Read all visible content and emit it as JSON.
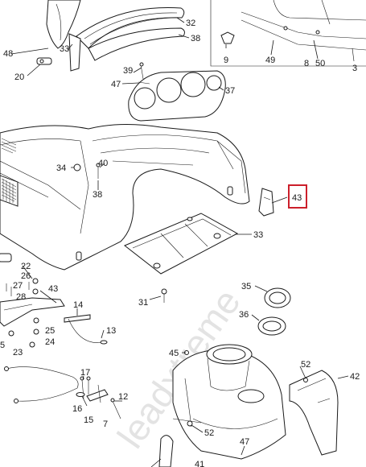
{
  "watermark": "leadxtreme",
  "highlight_color": "#cc1f2b",
  "highlighted_callout": "43",
  "callouts": [
    "48",
    "33",
    "32",
    "38",
    "20",
    "39",
    "47",
    "37",
    "9",
    "49",
    "50",
    "3",
    "8",
    "34",
    "40",
    "38",
    "43",
    "33",
    "22",
    "26",
    "27",
    "28",
    "43",
    "31",
    "35",
    "14",
    "13",
    "36",
    "25",
    "24",
    "23",
    "45",
    "52",
    "42",
    "17",
    "16",
    "15",
    "12",
    "52",
    "7",
    "41"
  ]
}
